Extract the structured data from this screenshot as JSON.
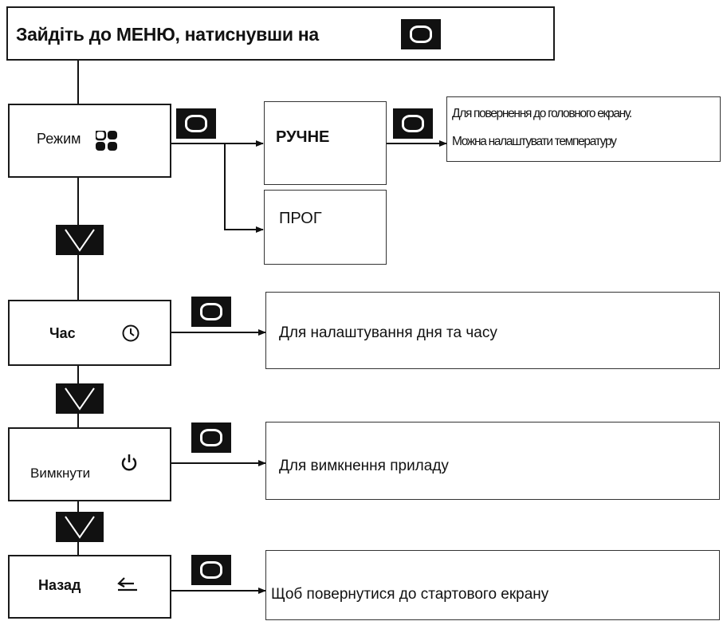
{
  "header": {
    "text": "Зайдіть до МЕНЮ, натиснувши на"
  },
  "menu": {
    "mode": "Режим",
    "time": "Час",
    "off": "Вимкнути",
    "back": "Назад"
  },
  "mode_options": {
    "manual": "РУЧНЕ",
    "prog": "ПРОГ"
  },
  "manual_note": {
    "line1": "Для повернення до головного екрану.",
    "line2": "Можна налаштувати температуру"
  },
  "descriptions": {
    "time": "Для налаштування дня та часу",
    "off": "Для вимкнення приладу",
    "back": "Щоб повернутися до стартового екрану"
  },
  "icons": {
    "ok_button": "ok-button-icon",
    "mode": "mode-grid-icon",
    "time": "clock-icon",
    "off": "power-icon",
    "back": "back-arrow-icon",
    "next": "chevron-down-icon"
  }
}
